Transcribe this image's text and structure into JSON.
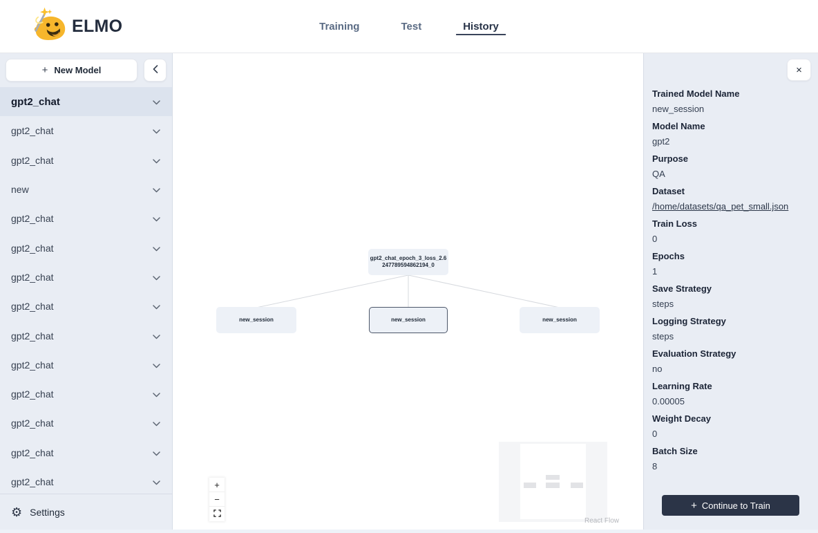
{
  "header": {
    "logo_text": "ELMO",
    "tabs": [
      {
        "label": "Training",
        "active": false
      },
      {
        "label": "Test",
        "active": false
      },
      {
        "label": "History",
        "active": true
      }
    ]
  },
  "icons": {
    "plus": "+",
    "minus": "−",
    "close": "×",
    "gear": "⚙",
    "logo": "magic-wand-blob-emoji"
  },
  "sidebar": {
    "new_model_label": "New Model",
    "items": [
      {
        "label": "gpt2_chat",
        "selected": true
      },
      {
        "label": "gpt2_chat",
        "selected": false
      },
      {
        "label": "gpt2_chat",
        "selected": false
      },
      {
        "label": "new",
        "selected": false
      },
      {
        "label": "gpt2_chat",
        "selected": false
      },
      {
        "label": "gpt2_chat",
        "selected": false
      },
      {
        "label": "gpt2_chat",
        "selected": false
      },
      {
        "label": "gpt2_chat",
        "selected": false
      },
      {
        "label": "gpt2_chat",
        "selected": false
      },
      {
        "label": "gpt2_chat",
        "selected": false
      },
      {
        "label": "gpt2_chat",
        "selected": false
      },
      {
        "label": "gpt2_chat",
        "selected": false
      },
      {
        "label": "gpt2_chat",
        "selected": false
      },
      {
        "label": "gpt2_chat",
        "selected": false
      }
    ],
    "settings_label": "Settings"
  },
  "canvas": {
    "root_node": {
      "label": "gpt2_chat_epoch_3_loss_2.6247789594862194_0",
      "label_lines": [
        "gpt2_chat_epoch_3_loss_2.6",
        "247789594862194_0"
      ]
    },
    "child_nodes": [
      {
        "label": "new_session",
        "selected": false
      },
      {
        "label": "new_session",
        "selected": true
      },
      {
        "label": "new_session",
        "selected": false
      }
    ],
    "attribution": "React Flow"
  },
  "details_panel": {
    "fields": [
      {
        "label": "Trained Model Name",
        "value": "new_session",
        "link": false
      },
      {
        "label": "Model Name",
        "value": "gpt2",
        "link": false
      },
      {
        "label": "Purpose",
        "value": "QA",
        "link": false
      },
      {
        "label": "Dataset",
        "value": "/home/datasets/qa_pet_small.json",
        "link": true
      },
      {
        "label": "Train Loss",
        "value": "0",
        "link": false
      },
      {
        "label": "Epochs",
        "value": "1",
        "link": false
      },
      {
        "label": "Save Strategy",
        "value": "steps",
        "link": false
      },
      {
        "label": "Logging Strategy",
        "value": "steps",
        "link": false
      },
      {
        "label": "Evaluation Strategy",
        "value": "no",
        "link": false
      },
      {
        "label": "Learning Rate",
        "value": "0.00005",
        "link": false
      },
      {
        "label": "Weight Decay",
        "value": "0",
        "link": false
      },
      {
        "label": "Batch Size",
        "value": "8",
        "link": false
      }
    ],
    "continue_button_label": "Continue to Train"
  },
  "colors": {
    "panel_bg": "#e9edf4",
    "selected_item_bg": "#dce3ee",
    "node_bg": "#edf1f7",
    "node_selected_border": "#4b5568",
    "dark_button_bg": "#2b3447",
    "active_tab": "#273247",
    "inactive_tab": "#5a6b84",
    "edge": "#d6d9de"
  }
}
